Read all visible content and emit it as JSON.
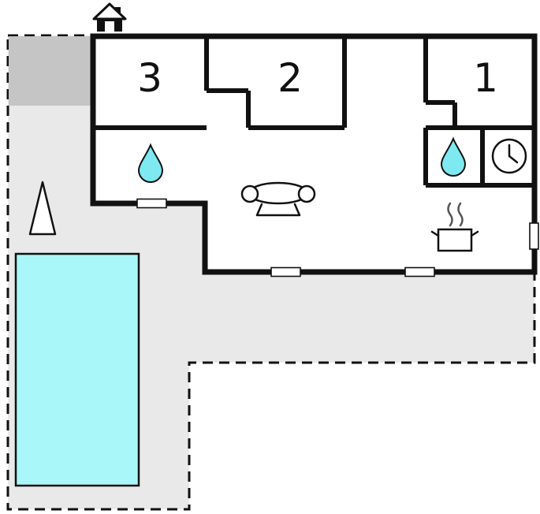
{
  "diagram_type": "vacation-home-floor-plan",
  "rooms": [
    {
      "label": "3"
    },
    {
      "label": "2"
    },
    {
      "label": "1"
    }
  ],
  "icons": {
    "entrance": "house-icon",
    "bathroom_left": "water-drop-icon",
    "bathroom_right": "water-drop-icon",
    "clock_room": "clock-icon",
    "living_room": "sofa-icon",
    "kitchen": "pot-steam-icon",
    "garden": "tree-icon",
    "pool": "swimming-pool"
  },
  "colors": {
    "plot": "#e9e9e9",
    "terrace": "#c5c5c5",
    "pool": "#a9f7f9",
    "water_drop": "#7ee9f0",
    "wall": "#111111"
  }
}
